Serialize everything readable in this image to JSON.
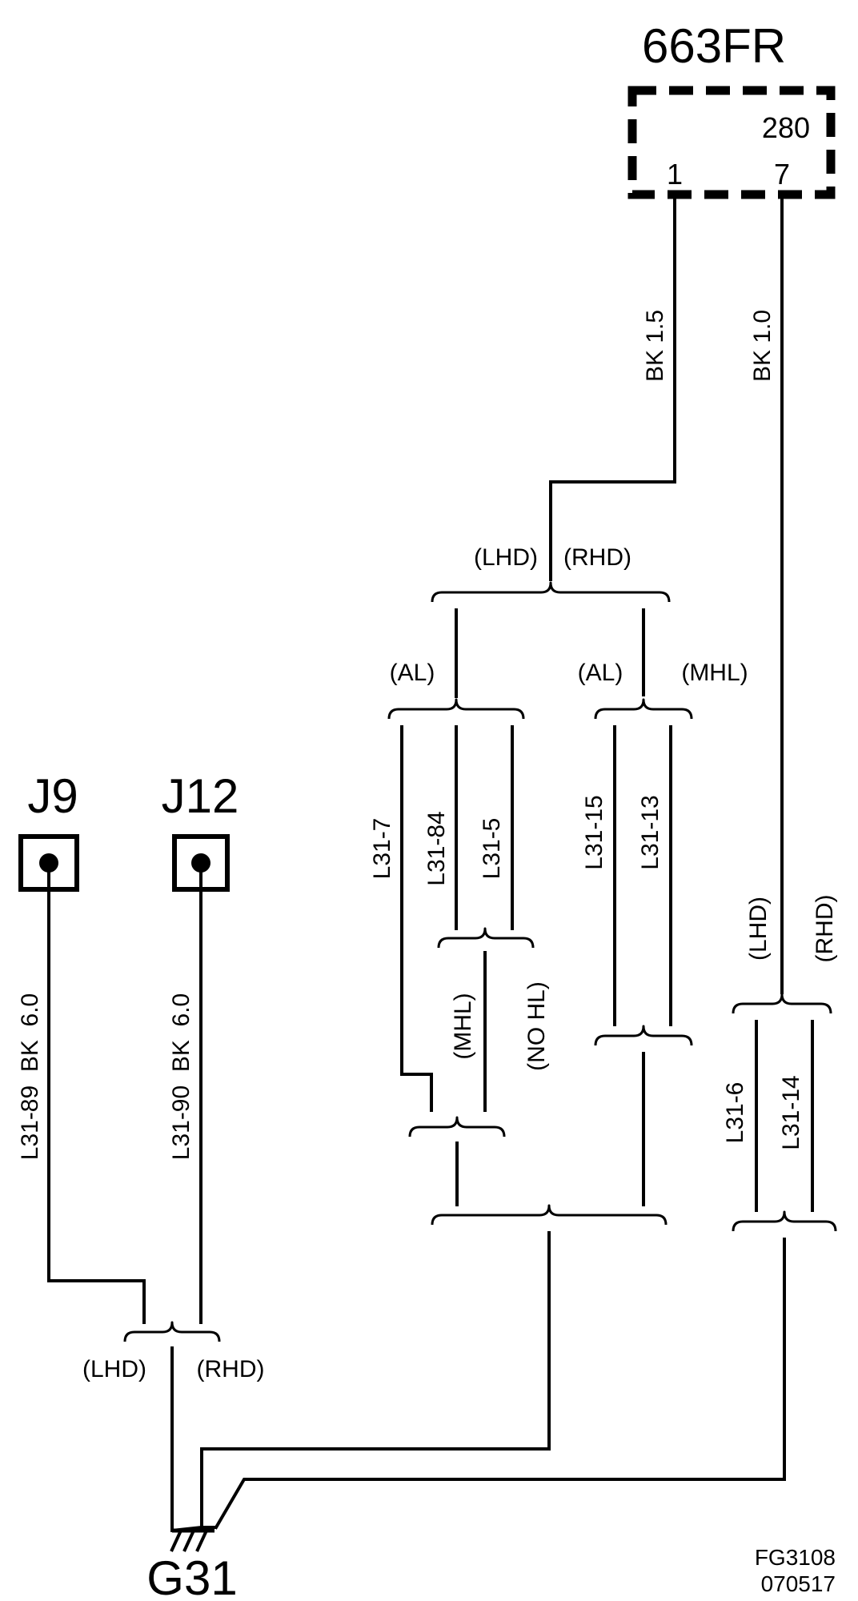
{
  "component": {
    "name": "663FR",
    "number": "280",
    "pin_1": "1",
    "pin_7": "7"
  },
  "wires": {
    "w_pin1": "BK 1.5",
    "w_pin7": "BK 1.0",
    "w_j9": "L31-89  BK  6.0",
    "w_j12": "L31-90  BK  6.0"
  },
  "variants": {
    "lhd_top": "(LHD)",
    "rhd_top": "(RHD)",
    "al_left": "(AL)",
    "al_right": "(AL)",
    "mhl_right": "(MHL)",
    "mhl_mid": "(MHL)",
    "nohl_mid": "(NO HL)",
    "lhd_right": "(LHD)",
    "rhd_right": "(RHD)",
    "lhd_bottom": "(LHD)",
    "rhd_bottom": "(RHD)"
  },
  "circuits": {
    "l31_7": "L31-7",
    "l31_84": "L31-84",
    "l31_5": "L31-5",
    "l31_15": "L31-15",
    "l31_13": "L31-13",
    "l31_6": "L31-6",
    "l31_14": "L31-14"
  },
  "splices": {
    "j9": "J9",
    "j12": "J12"
  },
  "ground": {
    "name": "G31"
  },
  "figure_ref": {
    "code": "FG3108",
    "date": "070517"
  }
}
